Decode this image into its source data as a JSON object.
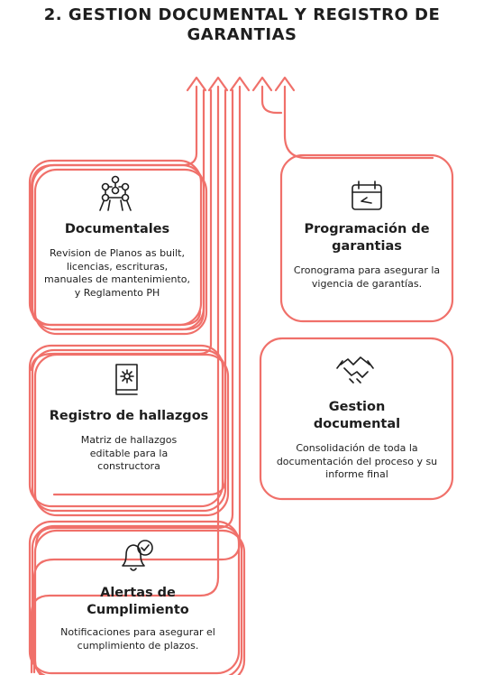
{
  "title": "2. GESTION DOCUMENTAL Y REGISTRO DE GARANTIAS",
  "colors": {
    "accent": "#f0706a",
    "text": "#1e1e1e",
    "background": "#ffffff"
  },
  "cards": [
    {
      "title": "Documentales",
      "description": "Revision de Planos as built, licencias, escrituras, manuales de mantenimiento, y Reglamento PH",
      "icon": "atomium-icon"
    },
    {
      "title": "Registro de hallazgos",
      "description": "Matriz de hallazgos editable para la constructora",
      "icon": "book-icon"
    },
    {
      "title": "Alertas de Cumplimiento",
      "description": "Notificaciones para asegurar el cumplimiento de plazos.",
      "icon": "bell-check-icon"
    },
    {
      "title": "Programación de garantias",
      "description": "Cronograma para asegurar la vigencia de garantías.",
      "icon": "calendar-icon"
    },
    {
      "title": "Gestion documental",
      "description": "Consolidación de toda la documentación del proceso y su informe final",
      "icon": "handshake-icon"
    }
  ]
}
